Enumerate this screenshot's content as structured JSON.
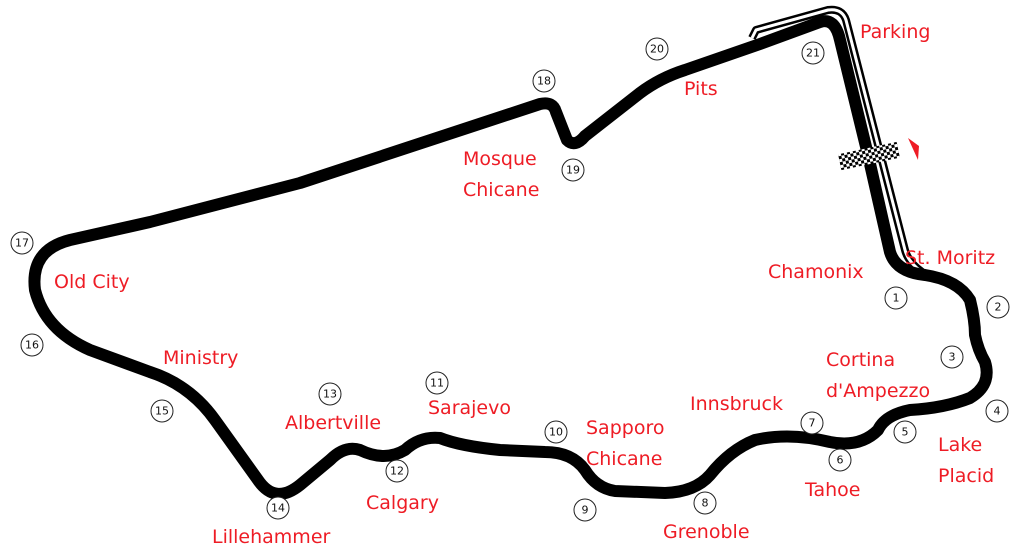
{
  "colors": {
    "track": "#000000",
    "label": "#ee1c25",
    "direction_arrow": "#ee1c25"
  },
  "icons": {
    "start_finish": "checkered-flag-icon",
    "direction": "red-arrowhead-icon"
  },
  "corner_labels": [
    {
      "id": "parking",
      "lines": [
        "Parking"
      ]
    },
    {
      "id": "pits",
      "lines": [
        "Pits"
      ]
    },
    {
      "id": "mosque-chicane",
      "lines": [
        "Mosque",
        "Chicane"
      ]
    },
    {
      "id": "old-city",
      "lines": [
        "Old City"
      ]
    },
    {
      "id": "ministry",
      "lines": [
        "Ministry"
      ]
    },
    {
      "id": "albertville",
      "lines": [
        "Albertville"
      ]
    },
    {
      "id": "sarajevo",
      "lines": [
        "Sarajevo"
      ]
    },
    {
      "id": "sapporo-chicane",
      "lines": [
        "Sapporo",
        "Chicane"
      ]
    },
    {
      "id": "innsbruck",
      "lines": [
        "Innsbruck"
      ]
    },
    {
      "id": "cortina",
      "lines": [
        "Cortina",
        "d'Ampezzo"
      ]
    },
    {
      "id": "chamonix",
      "lines": [
        "Chamonix"
      ]
    },
    {
      "id": "st-moritz",
      "lines": [
        "St. Moritz"
      ]
    },
    {
      "id": "lake-placid",
      "lines": [
        "Lake",
        "Placid"
      ]
    },
    {
      "id": "tahoe",
      "lines": [
        "Tahoe"
      ]
    },
    {
      "id": "grenoble",
      "lines": [
        "Grenoble"
      ]
    },
    {
      "id": "calgary",
      "lines": [
        "Calgary"
      ]
    },
    {
      "id": "lillehammer",
      "lines": [
        "Lillehammer"
      ]
    }
  ],
  "turn_numbers": [
    "1",
    "2",
    "3",
    "4",
    "5",
    "6",
    "7",
    "8",
    "9",
    "10",
    "11",
    "12",
    "13",
    "14",
    "15",
    "16",
    "17",
    "18",
    "19",
    "20",
    "21"
  ]
}
